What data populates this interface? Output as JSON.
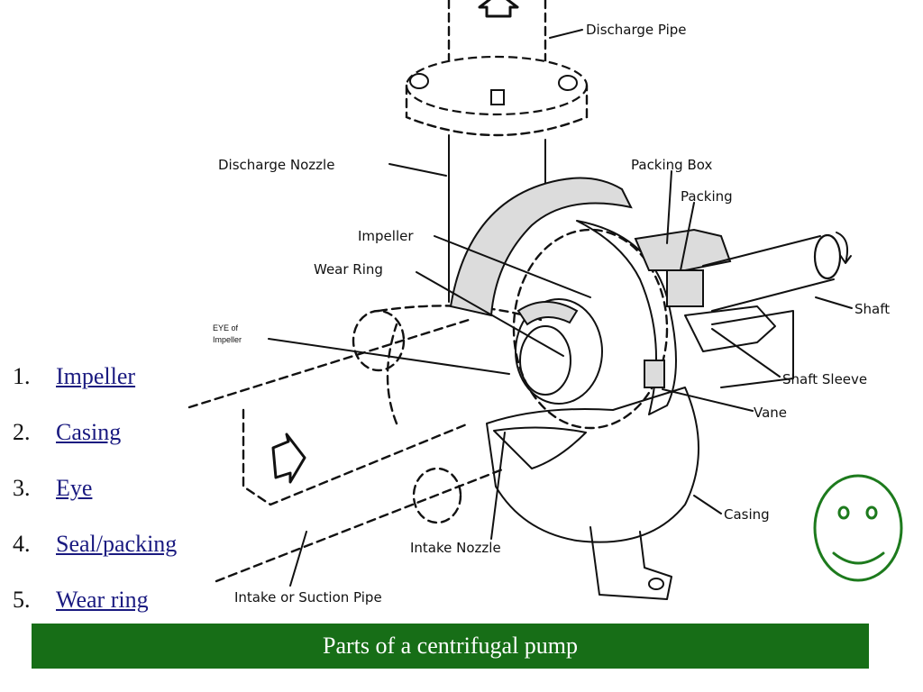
{
  "diagram": {
    "labels": {
      "discharge_pipe": "Discharge Pipe",
      "discharge_nozzle": "Discharge Nozzle",
      "packing_box": "Packing Box",
      "packing": "Packing",
      "impeller": "Impeller",
      "wear_ring": "Wear Ring",
      "eye_of": "EYE of",
      "impeller_small": "Impeller",
      "shaft": "Shaft",
      "shaft_sleeve": "Shaft Sleeve",
      "vane": "Vane",
      "casing": "Casing",
      "intake_nozzle": "Intake Nozzle",
      "intake_pipe": "Intake or Suction Pipe"
    }
  },
  "parts_list": [
    {
      "number": "1.",
      "label": "Impeller"
    },
    {
      "number": "2.",
      "label": "Casing"
    },
    {
      "number": "3.",
      "label": "Eye"
    },
    {
      "number": "4.",
      "label": "Seal/packing"
    },
    {
      "number": "5.",
      "label": "Wear ring"
    }
  ],
  "caption": "Parts of a centrifugal pump",
  "colors": {
    "caption_bg": "#176e17",
    "caption_text": "#ffffff",
    "smiley": "#1d7a1d",
    "link": "#1a1a80"
  },
  "icons": {
    "smiley": "smiley-face-icon",
    "flow_up": "arrow-up-icon",
    "flow_in": "arrow-right-icon",
    "rotation": "rotation-arrow-icon"
  }
}
